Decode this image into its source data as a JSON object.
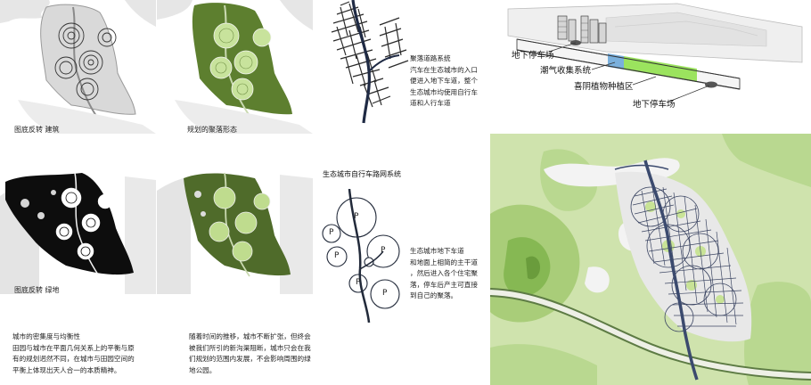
{
  "panels": {
    "figure_ground_buildings": {
      "caption": "图底反转   建筑"
    },
    "planned_cluster": {
      "caption": "规划的聚落形态"
    },
    "road_system": {
      "title": "聚落道路系统",
      "lines": [
        "汽车在生态城市的入口",
        "便进入地下车道，整个",
        "生态城市均使用自行车",
        "道和人行车道"
      ]
    },
    "figure_ground_green": {
      "caption": "图底反转   绿地"
    },
    "bike_network": {
      "title": "生态城市自行车路网系统",
      "lines": [
        "生态城市地下车道",
        "和地面上相简的主干道",
        "，然后进入各个住宅聚",
        "落，停车后产主可直接",
        "到自己的聚落。"
      ],
      "parking_label": "P"
    },
    "section": {
      "labels": {
        "parking_top": "地下停车场",
        "gas": "潮气收集系统",
        "plants": "喜阴植物种植区",
        "parking_bottom": "地下停车场"
      }
    }
  },
  "texts": {
    "density": {
      "title": "城市的密集度与均衡性",
      "lines": [
        "田园与城市在平面几何关系上的平衡与原",
        "有的规划迥然不同，在城市与田园空间的",
        "平衡上体现出天人合一的本质精神。"
      ]
    },
    "growth": {
      "lines": [
        "随着时间的推移，城市不断扩张，但终会",
        "被我们所引的新沟渠阻断，城市只会在我",
        "们规划的范围内发展，不会影响周围的绿",
        "地公园。"
      ]
    }
  },
  "colors": {
    "green_dark": "#5d7f2f",
    "green_light": "#bcd98a",
    "ink": "#222a3a",
    "gray": "#cfcfcf",
    "blue": "#7ab0dd",
    "plant_green": "#9be35e"
  }
}
